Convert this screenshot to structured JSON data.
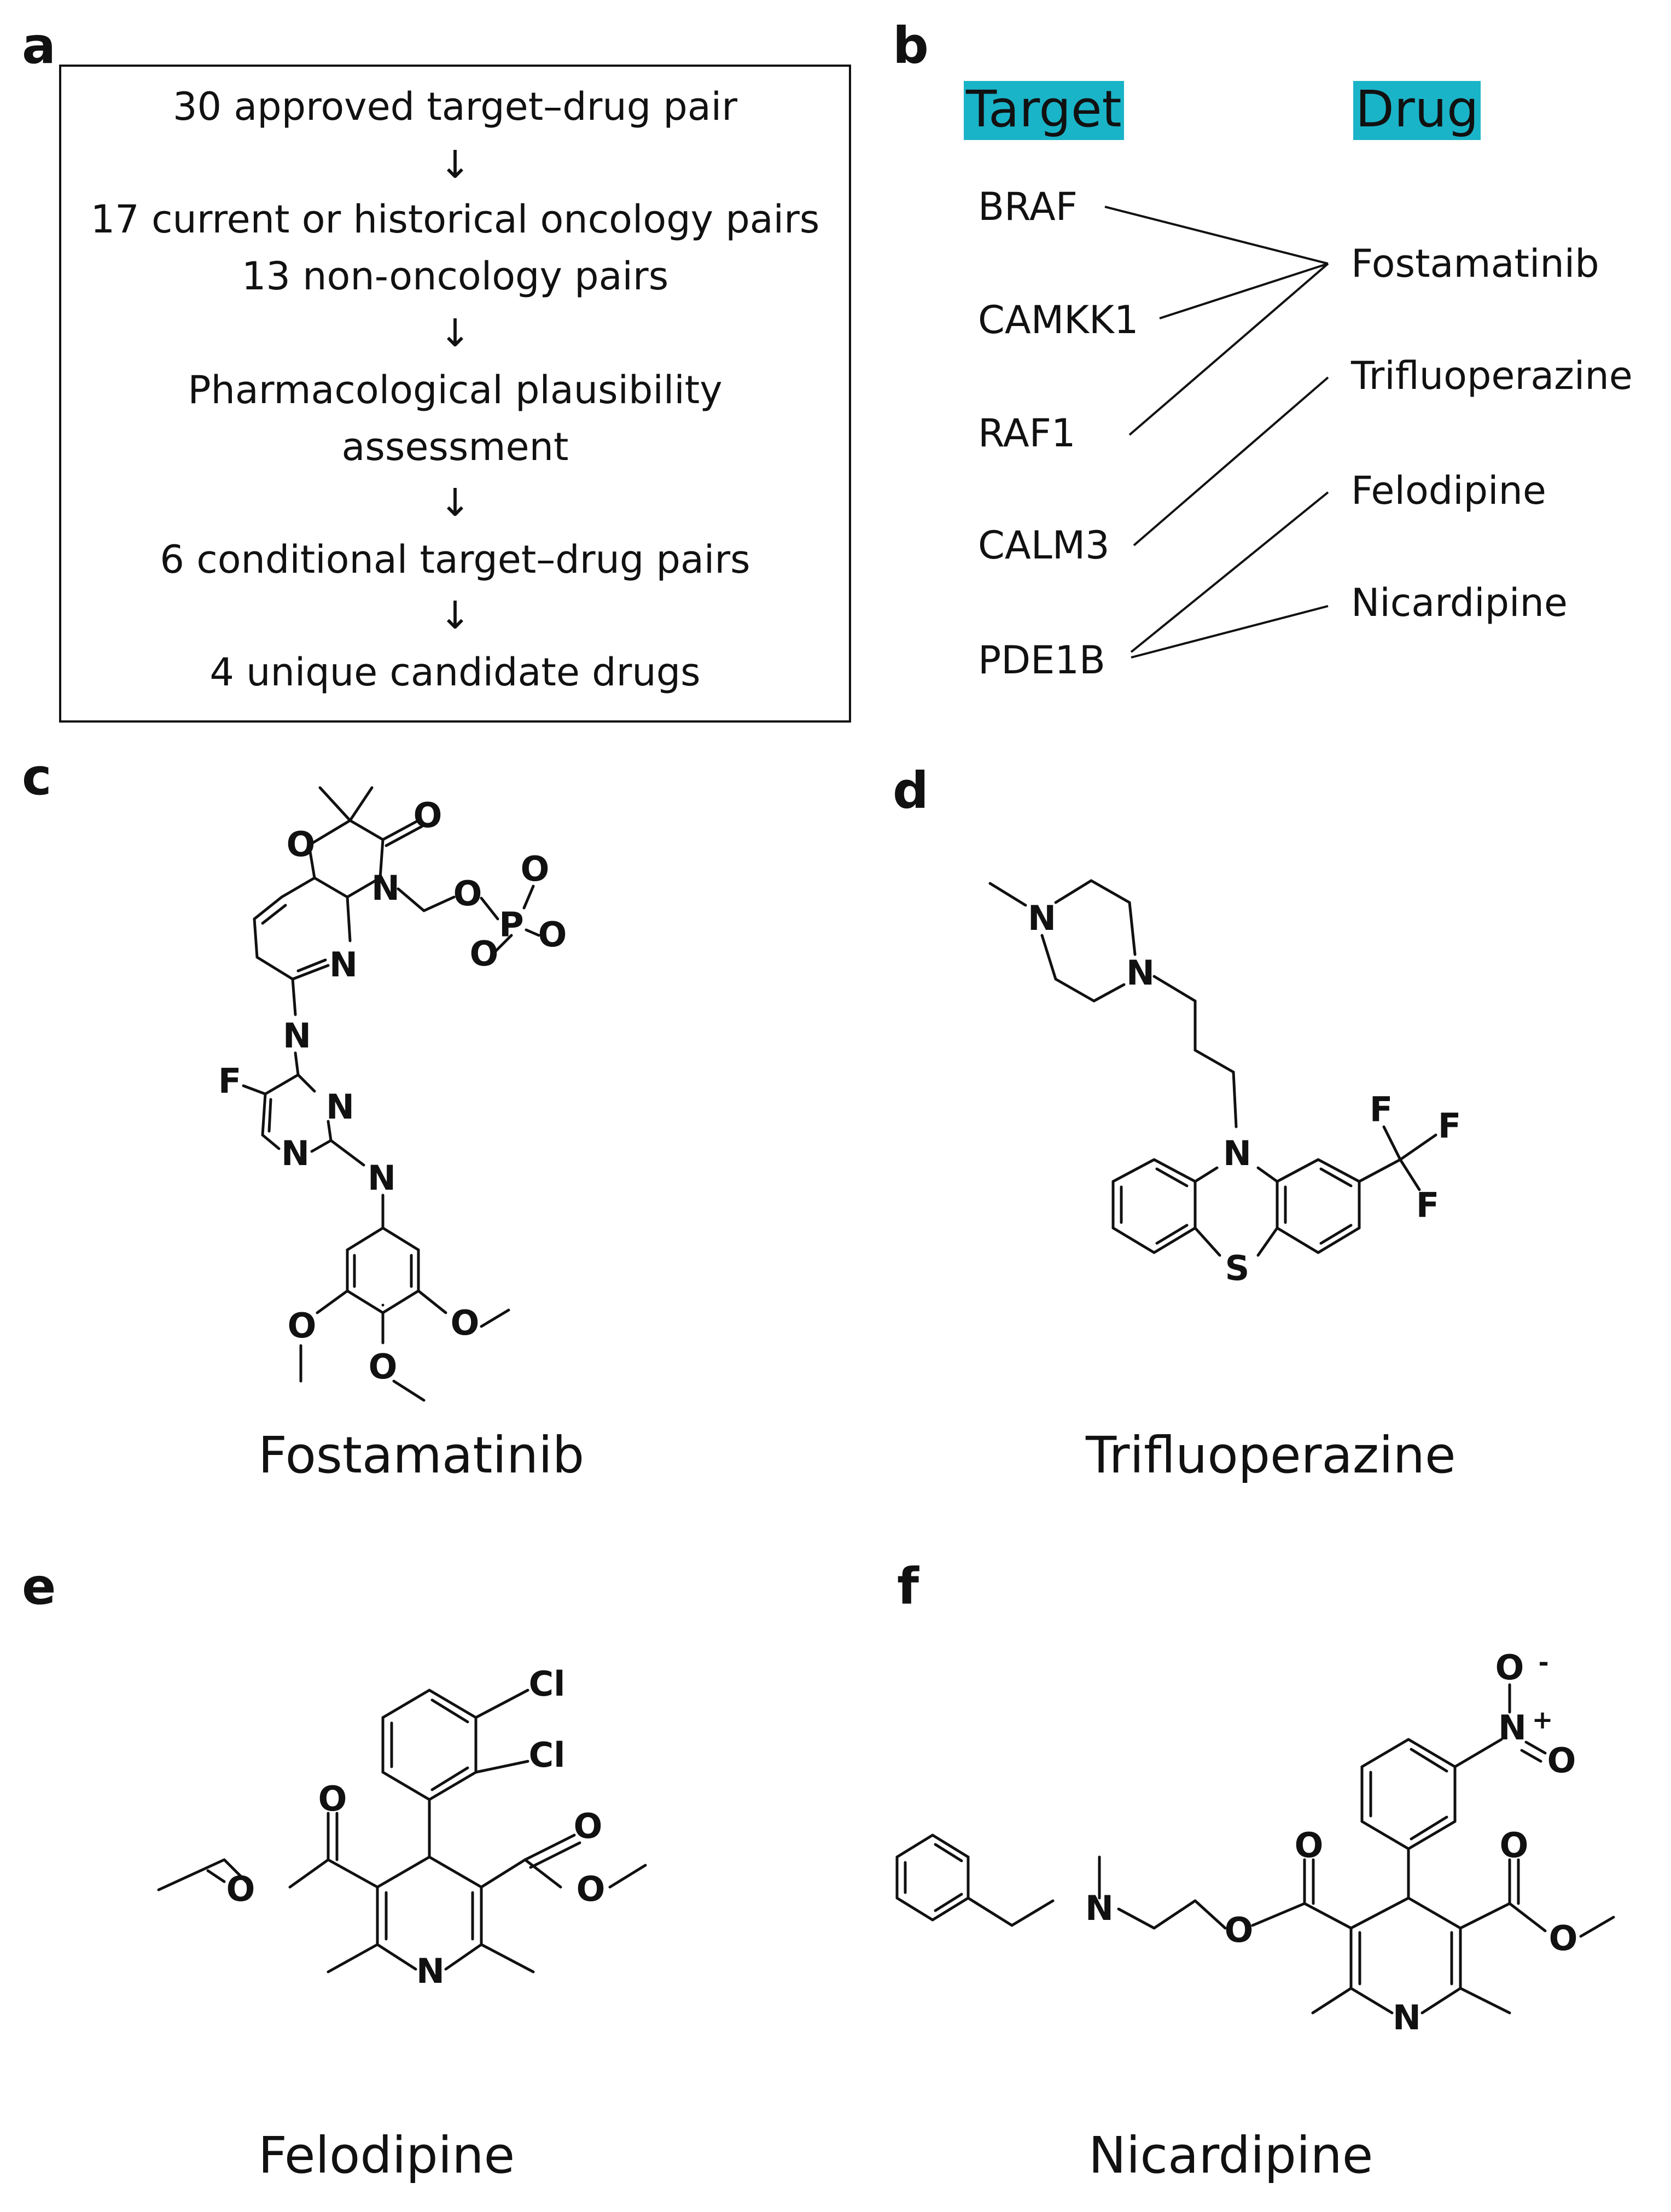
{
  "panels": {
    "a": "a",
    "b": "b",
    "c": "c",
    "d": "d",
    "e": "e",
    "f": "f"
  },
  "flow": {
    "step1": "30 approved target–drug pair",
    "step2a": "17 current or historical oncology pairs",
    "step2b": "13 non-oncology pairs",
    "step3a": "Pharmacological plausibility",
    "step3b": "assessment",
    "step4": "6 conditional target–drug pairs",
    "step5": "4 unique candidate drugs",
    "arrow": "↓"
  },
  "mapping": {
    "target_header": "Target",
    "drug_header": "Drug",
    "header_color": "#1ab4c8",
    "targets": [
      "BRAF",
      "CAMKK1",
      "RAF1",
      "CALM3",
      "PDE1B"
    ],
    "drugs": [
      "Fostamatinib",
      "Trifluoperazine",
      "Felodipine",
      "Nicardipine"
    ],
    "links": [
      {
        "target": "BRAF",
        "drug": "Fostamatinib"
      },
      {
        "target": "CAMKK1",
        "drug": "Fostamatinib"
      },
      {
        "target": "RAF1",
        "drug": "Fostamatinib"
      },
      {
        "target": "CALM3",
        "drug": "Trifluoperazine"
      },
      {
        "target": "PDE1B",
        "drug": "Felodipine"
      },
      {
        "target": "PDE1B",
        "drug": "Nicardipine"
      }
    ]
  },
  "structures": {
    "c": {
      "name": "Fostamatinib"
    },
    "d": {
      "name": "Trifluoperazine"
    },
    "e": {
      "name": "Felodipine"
    },
    "f": {
      "name": "Nicardipine"
    }
  },
  "atoms": {
    "O": "O",
    "N": "N",
    "P": "P",
    "F": "F",
    "S": "S",
    "Cl": "Cl",
    "plus": "+",
    "minus": "-"
  }
}
